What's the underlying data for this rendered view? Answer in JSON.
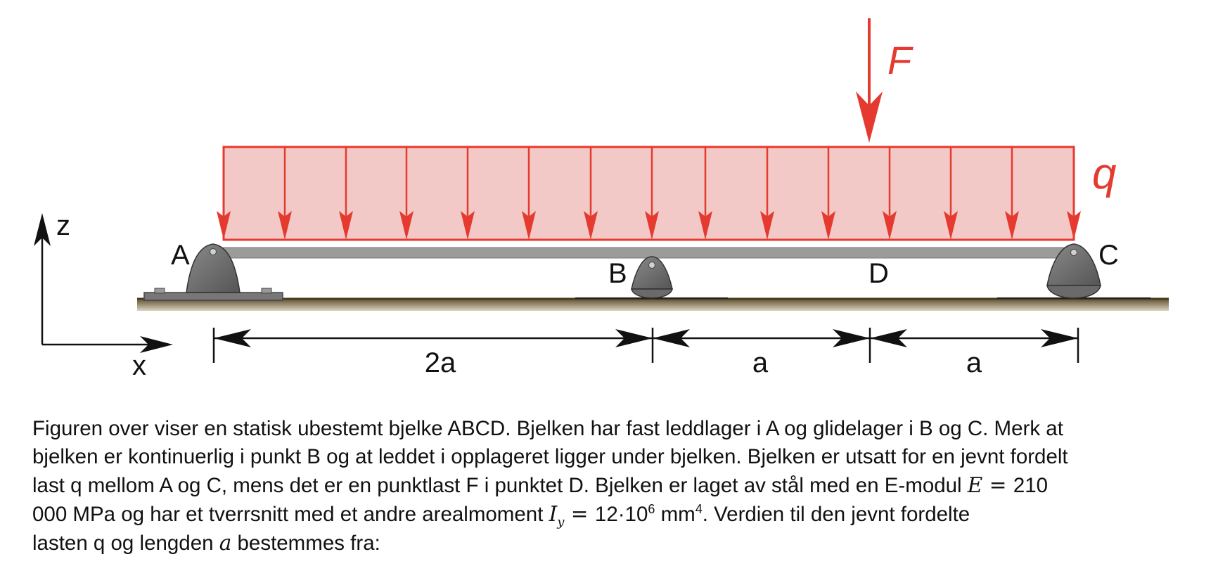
{
  "diagram": {
    "force_label": "F",
    "load_label": "q",
    "points": {
      "A": "A",
      "B": "B",
      "C": "C",
      "D": "D"
    },
    "axes": {
      "z": "z",
      "x": "x"
    },
    "dimensions": [
      "2a",
      "a",
      "a"
    ]
  },
  "text": {
    "line1": "Figuren over viser en statisk ubestemt bjelke ABCD. Bjelken har fast leddlager i A og glidelager i B og C. Merk at",
    "line2": "bjelken er kontinuerlig i punkt B og at leddet i opplageret ligger under bjelken. Bjelken er utsatt for en jevnt fordelt",
    "line3_pre": "last q mellom A og C, mens det er en punktlast F i punktet D. Bjelken er laget av stål med en E-modul ",
    "E_sym": "E",
    "eq": " = ",
    "E_val": "210",
    "line4_pre": "000 MPa og har et tverrsnitt med et andre arealmoment ",
    "I_sym": "I",
    "I_sub": "y",
    "I_eq": " = ",
    "I_val": "12·10",
    "I_exp": "6",
    "I_unit": " mm",
    "I_unit_exp": "4",
    "line4_post": ". Verdien til den jevnt fordelte",
    "line5_pre": "lasten q og lengden ",
    "a_sym": "a",
    "line5_post": " bestemmes fra:"
  }
}
